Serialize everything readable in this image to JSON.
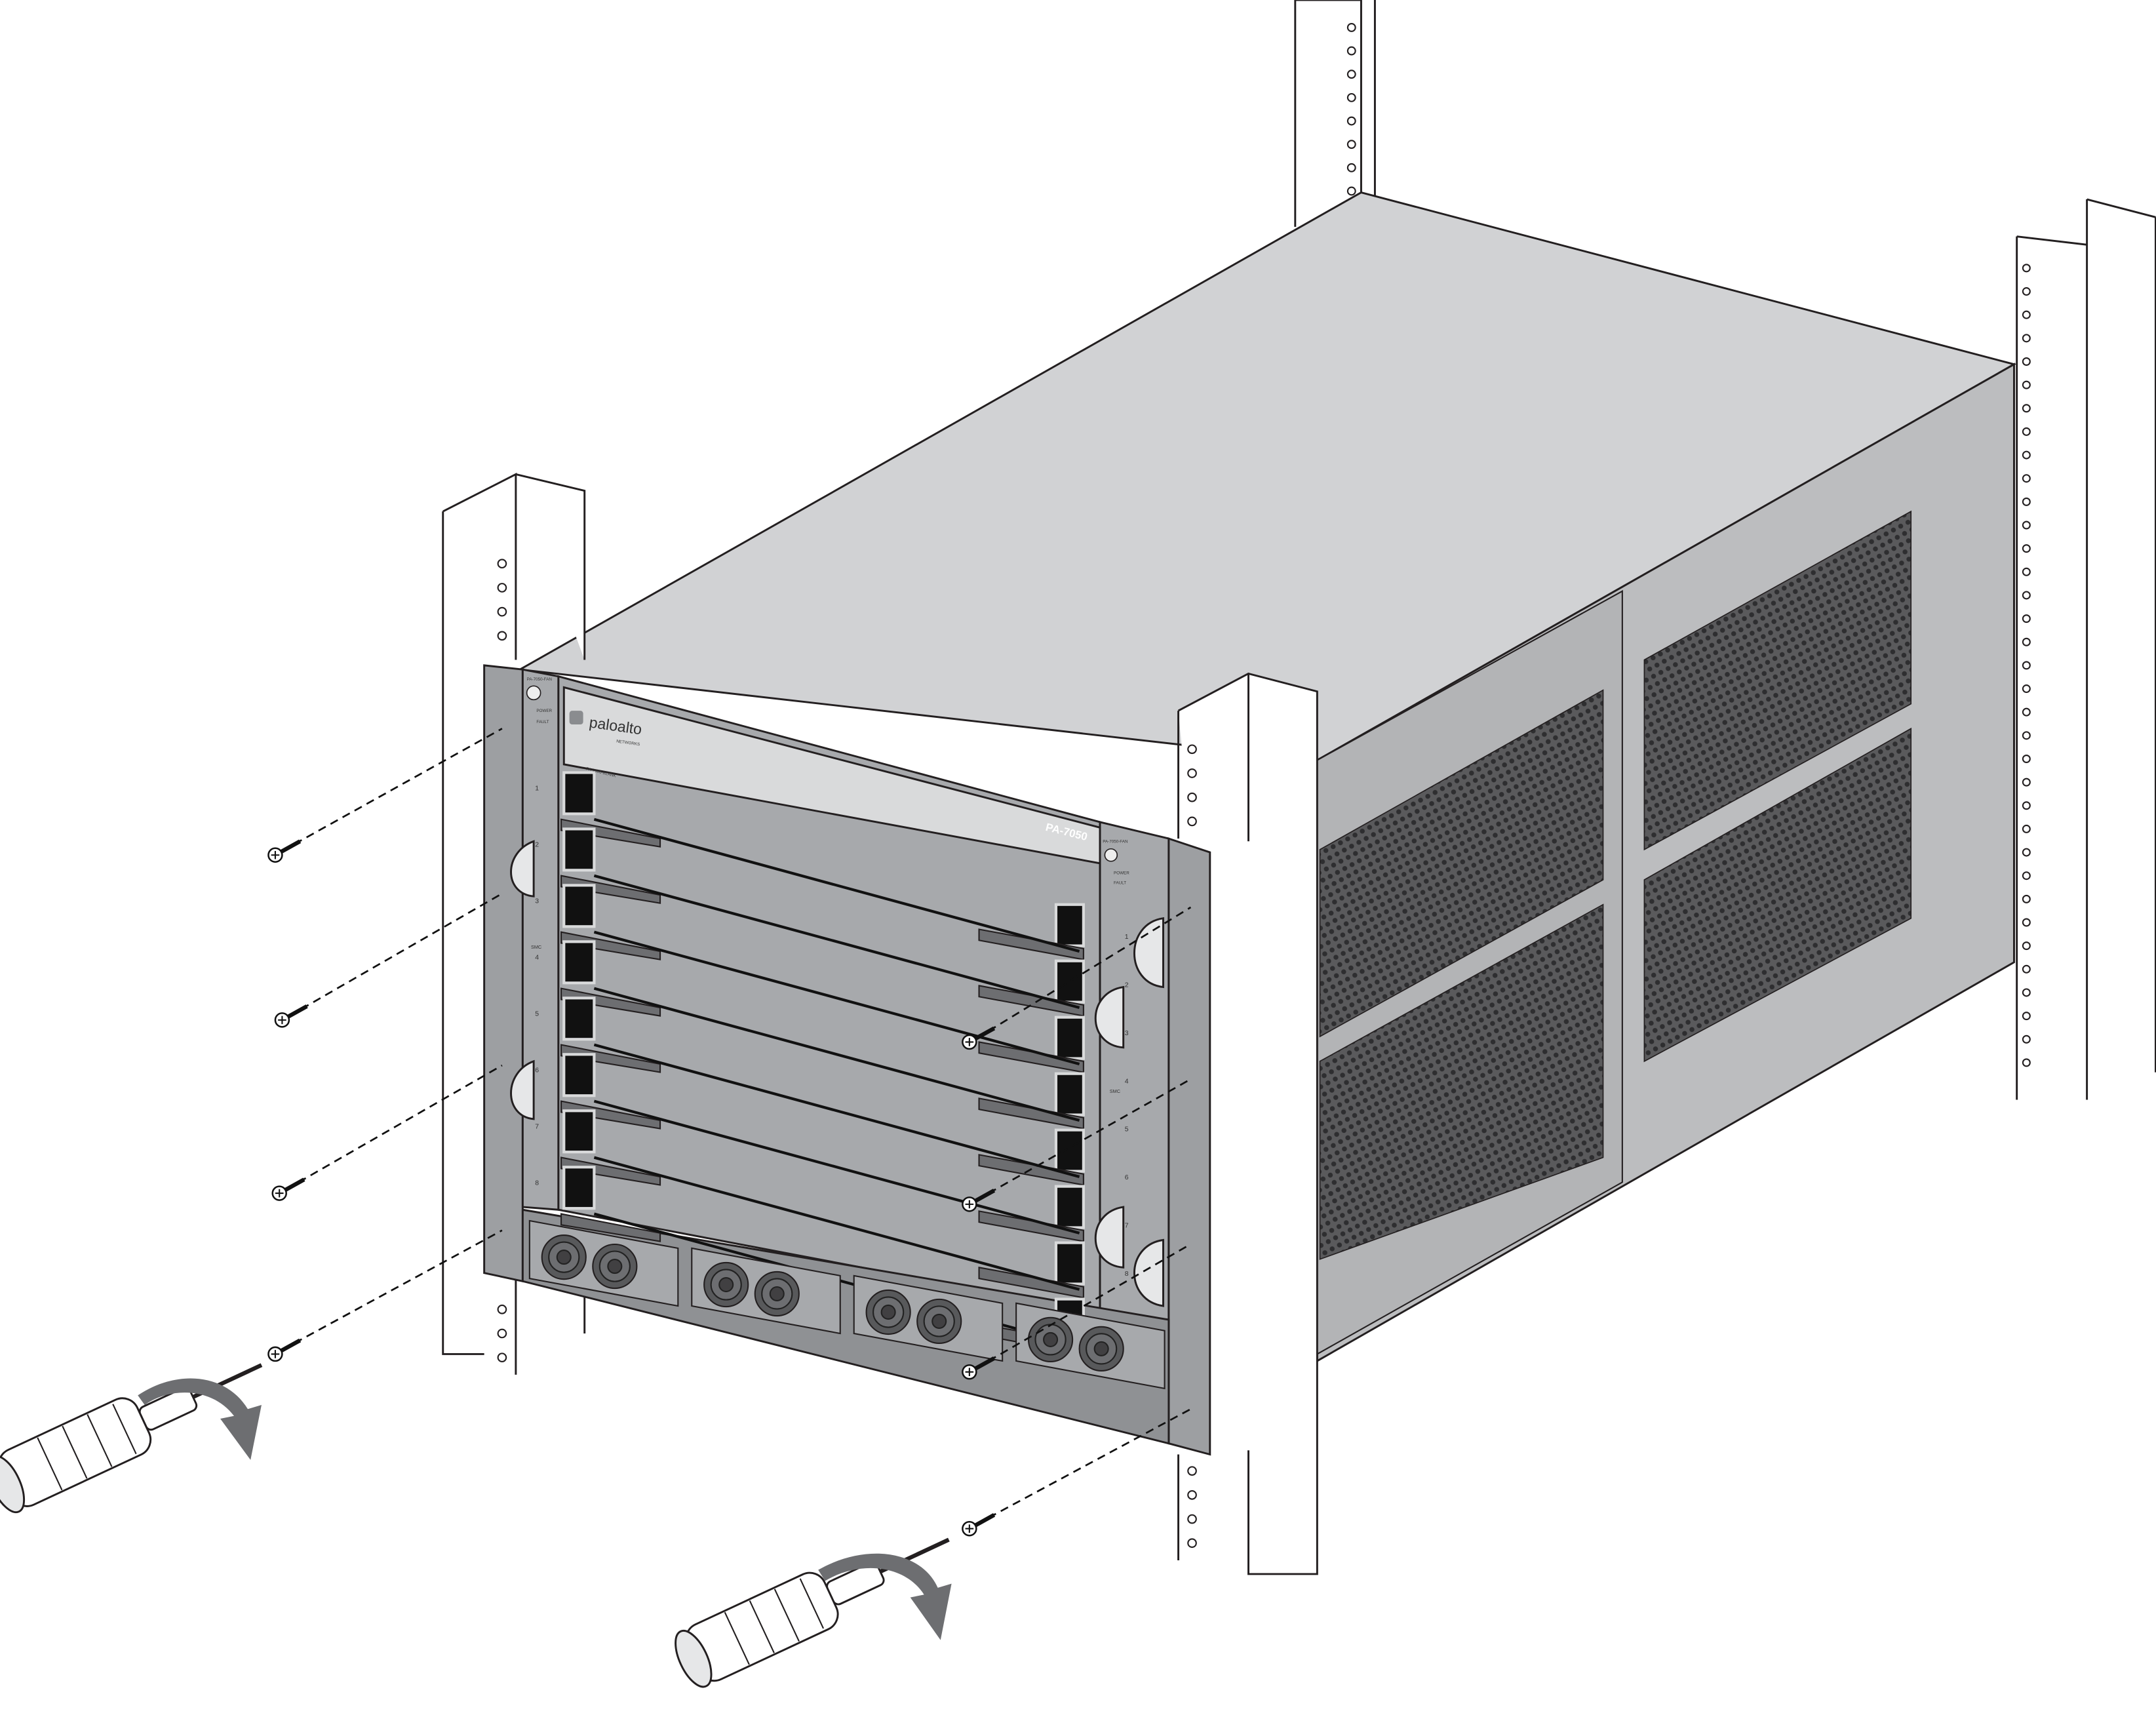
{
  "device": {
    "model_label": "PA-7050",
    "brand_logo": "paloalto",
    "brand_sub": "NETWORKS",
    "fan_tray_label": "PA-7050-FAN",
    "power_led_label": "POWER",
    "fault_led_label": "FAULT",
    "blank_label": "PA-7000-BLANK",
    "slot_numbers": [
      "1",
      "2",
      "3",
      "4",
      "5",
      "6",
      "7",
      "8"
    ],
    "smc_label": "SMC"
  },
  "colors": {
    "chassis_top": "#d1d2d4",
    "chassis_side": "#bcbdbf",
    "front_panel": "#a7a9ac",
    "card_handle": "#6d6e71",
    "vent": "#4d4d4f",
    "outline": "#231f20"
  }
}
